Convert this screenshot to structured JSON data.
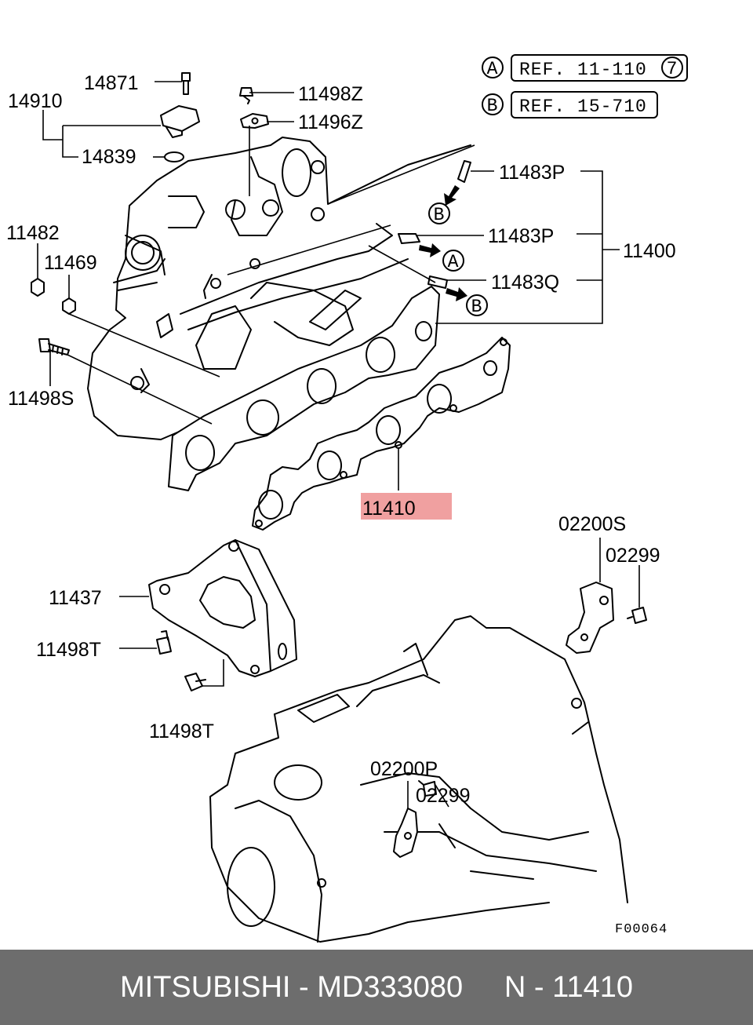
{
  "refs": [
    {
      "circle": "A",
      "text": "REF. 11-110",
      "extra": "7"
    },
    {
      "circle": "B",
      "text": "REF. 15-710"
    }
  ],
  "labels": {
    "p14871": "14871",
    "p14910": "14910",
    "p14839": "14839",
    "p11498z": "11498Z",
    "p11496z": "11496Z",
    "p11483p_top": "11483P",
    "p11483p_mid": "11483P",
    "p11483q": "11483Q",
    "p11400": "11400",
    "p11482": "11482",
    "p11469": "11469",
    "p11498s": "11498S",
    "p11410": "11410",
    "p02200s": "02200S",
    "p02299_top": "02299",
    "p11437": "11437",
    "p11498t_a": "11498T",
    "p11498t_b": "11498T",
    "p02200p": "02200P",
    "p02299_bot": "02299"
  },
  "callouts": {
    "a": "A",
    "b1": "B",
    "b2": "B"
  },
  "figure_code": "F00064",
  "footer": "MITSUBISHI - MD333080     N - 11410",
  "colors": {
    "highlight": "#f0a0a0",
    "footer_bg": "#6d6d6d"
  }
}
